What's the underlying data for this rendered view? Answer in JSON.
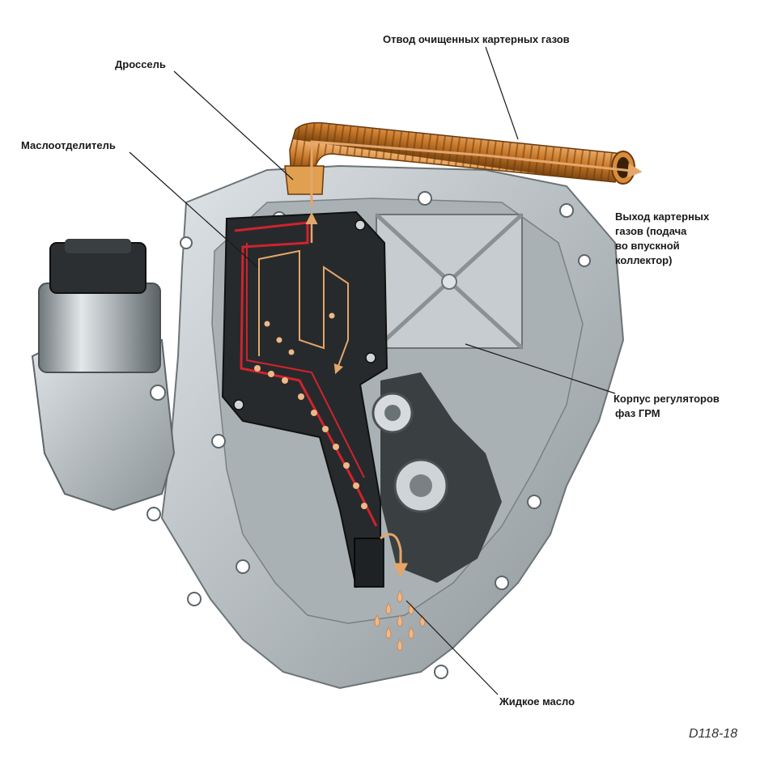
{
  "labels": {
    "drossel": "Дроссель",
    "outlet_top": "Отвод очищенных картерных газов",
    "separator": "Маслоотделитель",
    "exit_line1": "Выход картерных",
    "exit_line2": "газов (подача",
    "exit_line3": "во впускной",
    "exit_line4": "коллектор)",
    "housing_line1": "Корпус регуляторов",
    "housing_line2": "фаз ГРМ",
    "liquid_oil": "Жидкое масло"
  },
  "figure_code": "D118-18",
  "colors": {
    "housing": "#b9c0c4",
    "housing_dark": "#5e6569",
    "pipe": "#c8782a",
    "gas_flow": "#e4a66a",
    "oil_channel": "#d0232c",
    "oil_drop": "#f0b888"
  }
}
